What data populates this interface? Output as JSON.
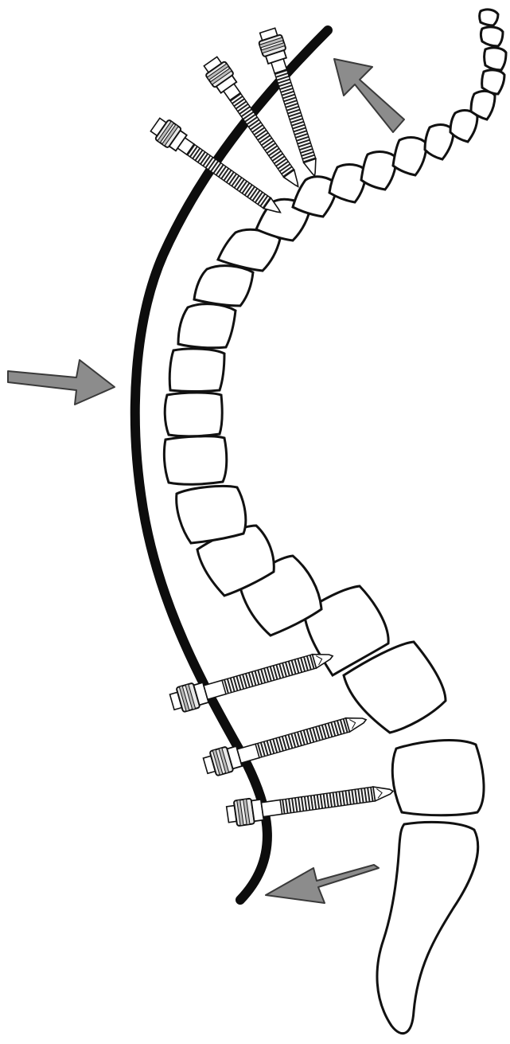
{
  "figure": {
    "subject": "spine-with-rod-and-pedicle-screws",
    "colors": {
      "background": "#ffffff",
      "outline": "#111111",
      "rod": "#0d0d0d",
      "arrow_fill": "#8c8c8c",
      "arrow_stroke": "#3a3a3a",
      "screw_fill": "#d9d9d9"
    },
    "icons": {
      "arrows": [
        "arrow-upper-right-icon",
        "arrow-left-middle-icon",
        "arrow-lower-left-icon"
      ],
      "screws_upper": 3,
      "screws_lower": 3
    }
  }
}
